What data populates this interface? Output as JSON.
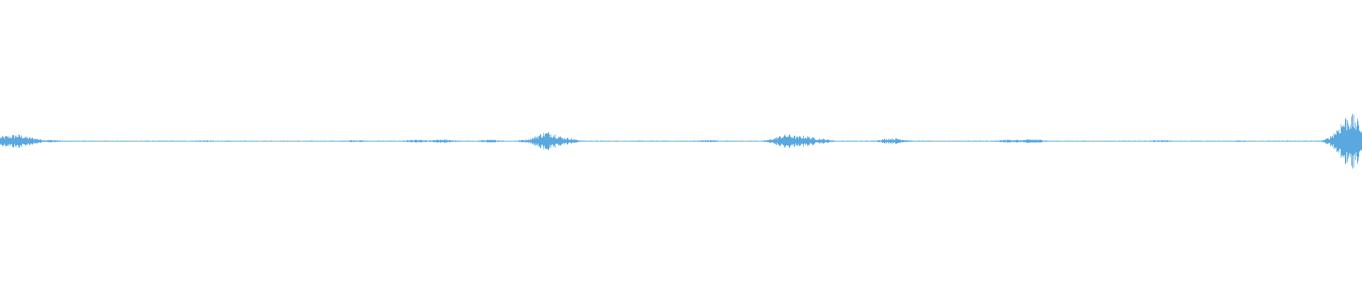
{
  "waveform": {
    "color": "#5aa8e0",
    "background": "#ffffff",
    "envelope_peaks": [
      {
        "position": 0.0,
        "amplitude": 0.028
      },
      {
        "position": 0.005,
        "amplitude": 0.04
      },
      {
        "position": 0.012,
        "amplitude": 0.05
      },
      {
        "position": 0.02,
        "amplitude": 0.03
      },
      {
        "position": 0.035,
        "amplitude": 0.01
      },
      {
        "position": 0.15,
        "amplitude": 0.006
      },
      {
        "position": 0.26,
        "amplitude": 0.008
      },
      {
        "position": 0.305,
        "amplitude": 0.01
      },
      {
        "position": 0.325,
        "amplitude": 0.012
      },
      {
        "position": 0.36,
        "amplitude": 0.01
      },
      {
        "position": 0.392,
        "amplitude": 0.018
      },
      {
        "position": 0.402,
        "amplitude": 0.07
      },
      {
        "position": 0.412,
        "amplitude": 0.03
      },
      {
        "position": 0.52,
        "amplitude": 0.008
      },
      {
        "position": 0.578,
        "amplitude": 0.05
      },
      {
        "position": 0.59,
        "amplitude": 0.04
      },
      {
        "position": 0.6,
        "amplitude": 0.02
      },
      {
        "position": 0.655,
        "amplitude": 0.022
      },
      {
        "position": 0.742,
        "amplitude": 0.012
      },
      {
        "position": 0.758,
        "amplitude": 0.014
      },
      {
        "position": 0.852,
        "amplitude": 0.008
      },
      {
        "position": 0.912,
        "amplitude": 0.006
      },
      {
        "position": 0.988,
        "amplitude": 0.02
      },
      {
        "position": 0.991,
        "amplitude": 0.2
      },
      {
        "position": 0.994,
        "amplitude": 0.12
      },
      {
        "position": 0.998,
        "amplitude": 0.09
      }
    ]
  }
}
